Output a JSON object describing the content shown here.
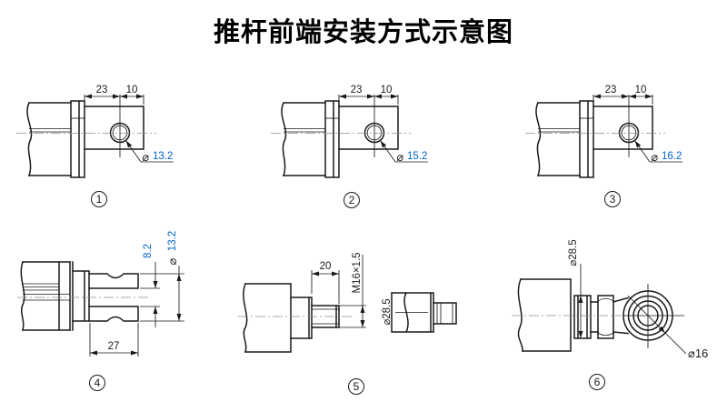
{
  "title": "推杆前端安装方式示意图",
  "colors": {
    "line": "#1a1a1a",
    "center": "#8f8f8f",
    "blue": "#0066cc"
  },
  "diagrams": [
    {
      "label": "1",
      "dims": {
        "top_left": "23",
        "top_right": "10"
      },
      "hole_dia": {
        "symbol": "⌀",
        "value": "13.2"
      }
    },
    {
      "label": "2",
      "dims": {
        "top_left": "23",
        "top_right": "10"
      },
      "hole_dia": {
        "symbol": "⌀",
        "value": "15.2"
      }
    },
    {
      "label": "3",
      "dims": {
        "top_left": "23",
        "top_right": "10"
      },
      "hole_dia": {
        "symbol": "⌀",
        "value": "16.2"
      }
    },
    {
      "label": "4",
      "dims": {
        "slot_width": "8.2",
        "fork_length": "27"
      },
      "hole_dia": {
        "symbol": "⌀",
        "value": "13.2"
      }
    },
    {
      "label": "5",
      "dims": {
        "thread_length": "20",
        "thread_spec": "M16×1.5",
        "adapter_dia": "⌀28.5"
      }
    },
    {
      "label": "6",
      "dims": {
        "collar_dia": "⌀28.5",
        "bore_dia": "⌀16"
      }
    }
  ]
}
